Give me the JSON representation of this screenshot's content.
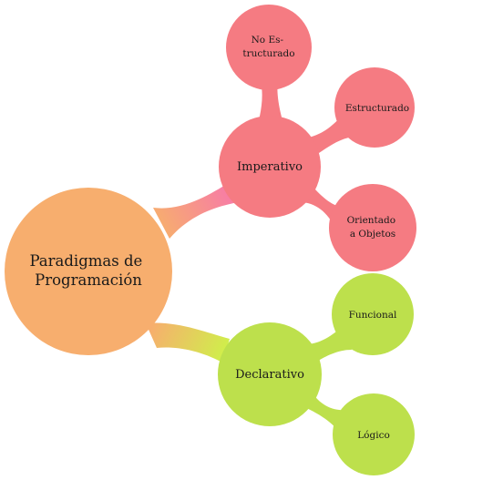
{
  "colors": {
    "root": "#f7ae6e",
    "imperativo": "#f57b82",
    "declarativo": "#bde04c",
    "connector_imperativo": "#f779a9",
    "connector_declarativo": "#cff04a"
  },
  "root": {
    "lines": [
      "Paradigmas de",
      "Programación"
    ]
  },
  "imperativo": {
    "label": "Imperativo",
    "children": [
      {
        "lines": [
          "No Es-",
          "tructurado"
        ]
      },
      {
        "lines": [
          "Estructurado"
        ]
      },
      {
        "lines": [
          "Orientado",
          "a Objetos"
        ]
      }
    ]
  },
  "declarativo": {
    "label": "Declarativo",
    "children": [
      {
        "lines": [
          "Funcional"
        ]
      },
      {
        "lines": [
          "Lógico"
        ]
      }
    ]
  }
}
